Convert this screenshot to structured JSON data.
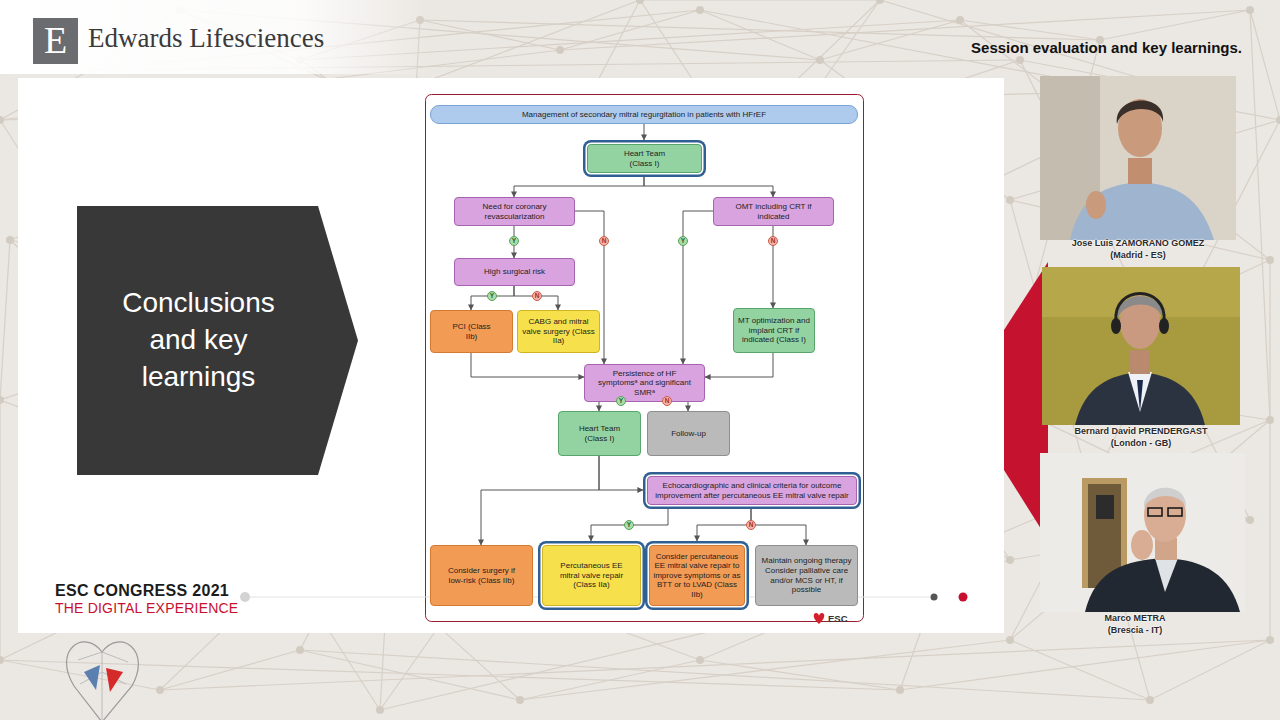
{
  "diagram": {
    "title": "Session evaluation and key learnings.",
    "nodes": [
      {
        "text": [
          "Conclusions and key learnings"
        ]
      },
      {
        "text": [
          "Management of secondary mitral regurgitation in patients with HFrEF"
        ]
      },
      {
        "text": [
          "Heart Team (Class I)"
        ]
      },
      {
        "text": [
          "Need for coronary revascularization"
        ]
      },
      {
        "text": [
          "OMT including CRT if indicated"
        ]
      },
      {
        "text": [
          "High surgical risk"
        ]
      },
      {
        "text": [
          "PCI (Class IIb)"
        ]
      },
      {
        "text": [
          "CABG and mitral valve surgery (Class IIa)"
        ]
      },
      {
        "text": [
          "MT optimization and implant CRT if indicated (Class I)"
        ]
      },
      {
        "text": [
          "Persistence of HF symptomsᵃ and significant SMRᵃ"
        ]
      },
      {
        "text": [
          "Heart Team (Class I)"
        ]
      },
      {
        "text": [
          "Follow-up"
        ]
      },
      {
        "text": [
          "Echocardiographic and clinical criteria for outcome improvement after percutaneous EE mitral valve repair"
        ]
      },
      {
        "text": [
          "Consider surgery if low-risk (Class IIb)"
        ]
      },
      {
        "text": [
          "Percutaneous EE mitral valve repair (Class IIa)"
        ]
      },
      {
        "text": [
          "Consider percutaneous EE mitral valve repair to improve symptoms or as BTT or to LVAD (Class IIb)"
        ]
      },
      {
        "text": [
          "Maintain ongoing therapy Consider palliative care and/or MCS or HT, if possible"
        ]
      }
    ],
    "edges": [
      {
        "from": 1,
        "to": 2,
        "arrow": "to"
      },
      {
        "from": 2,
        "to": 3,
        "arrow": "to"
      },
      {
        "from": 2,
        "to": 4,
        "arrow": "to"
      },
      {
        "from": 3,
        "to": 5,
        "label": "Y",
        "arrow": "to"
      },
      {
        "from": 3,
        "to": 9,
        "label": "N",
        "arrow": "to"
      },
      {
        "from": 4,
        "to": 9,
        "label": "Y",
        "arrow": "to"
      },
      {
        "from": 4,
        "to": 8,
        "label": "N",
        "arrow": "to"
      },
      {
        "from": 5,
        "to": 6,
        "label": "Y",
        "arrow": "to"
      },
      {
        "from": 5,
        "to": 7,
        "label": "N",
        "arrow": "to"
      },
      {
        "from": 6,
        "to": 9,
        "arrow": "to"
      },
      {
        "from": 8,
        "to": 9,
        "arrow": "to"
      },
      {
        "from": 9,
        "to": 10,
        "label": "Y",
        "arrow": "to"
      },
      {
        "from": 9,
        "to": 11,
        "label": "N",
        "arrow": "to"
      },
      {
        "from": 10,
        "to": 13,
        "arrow": "to"
      },
      {
        "from": 10,
        "to": 12,
        "arrow": "to"
      },
      {
        "from": 12,
        "to": 14,
        "label": "Y",
        "arrow": "to"
      },
      {
        "from": 12,
        "to": 15,
        "label": "N",
        "arrow": "to"
      },
      {
        "from": 12,
        "to": 16,
        "arrow": "to"
      }
    ],
    "labels": [
      "Edwards Lifesciences",
      "E",
      "ESC CONGRESS 2021",
      "THE DIGITAL EXPERIENCE",
      "ESC",
      "Jose Luis ZAMORANO GOMEZ",
      "(Madrid - ES)",
      "Bernard David PRENDERGAST",
      "(London - GB)",
      "Marco METRA",
      "(Brescia - IT)"
    ]
  }
}
